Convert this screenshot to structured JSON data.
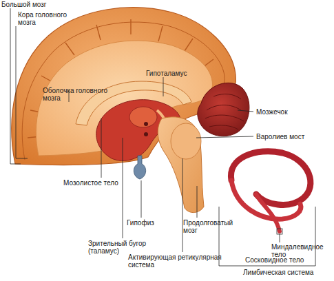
{
  "diagram": {
    "labels": [
      "Большой мозг",
      "Кора головного мозга",
      "Гипоталамус",
      "Оболочка головного мозга",
      "Мозжечок",
      "Варолиев мост",
      "Мозолистое тело",
      "Гипофиз",
      "Продолговатый мозг",
      "Зрительный бугор (таламус)",
      "Миндалевидное тело",
      "Сосковидное тело",
      "Активирующая ретикулярная система",
      "Лимбическая система"
    ]
  }
}
